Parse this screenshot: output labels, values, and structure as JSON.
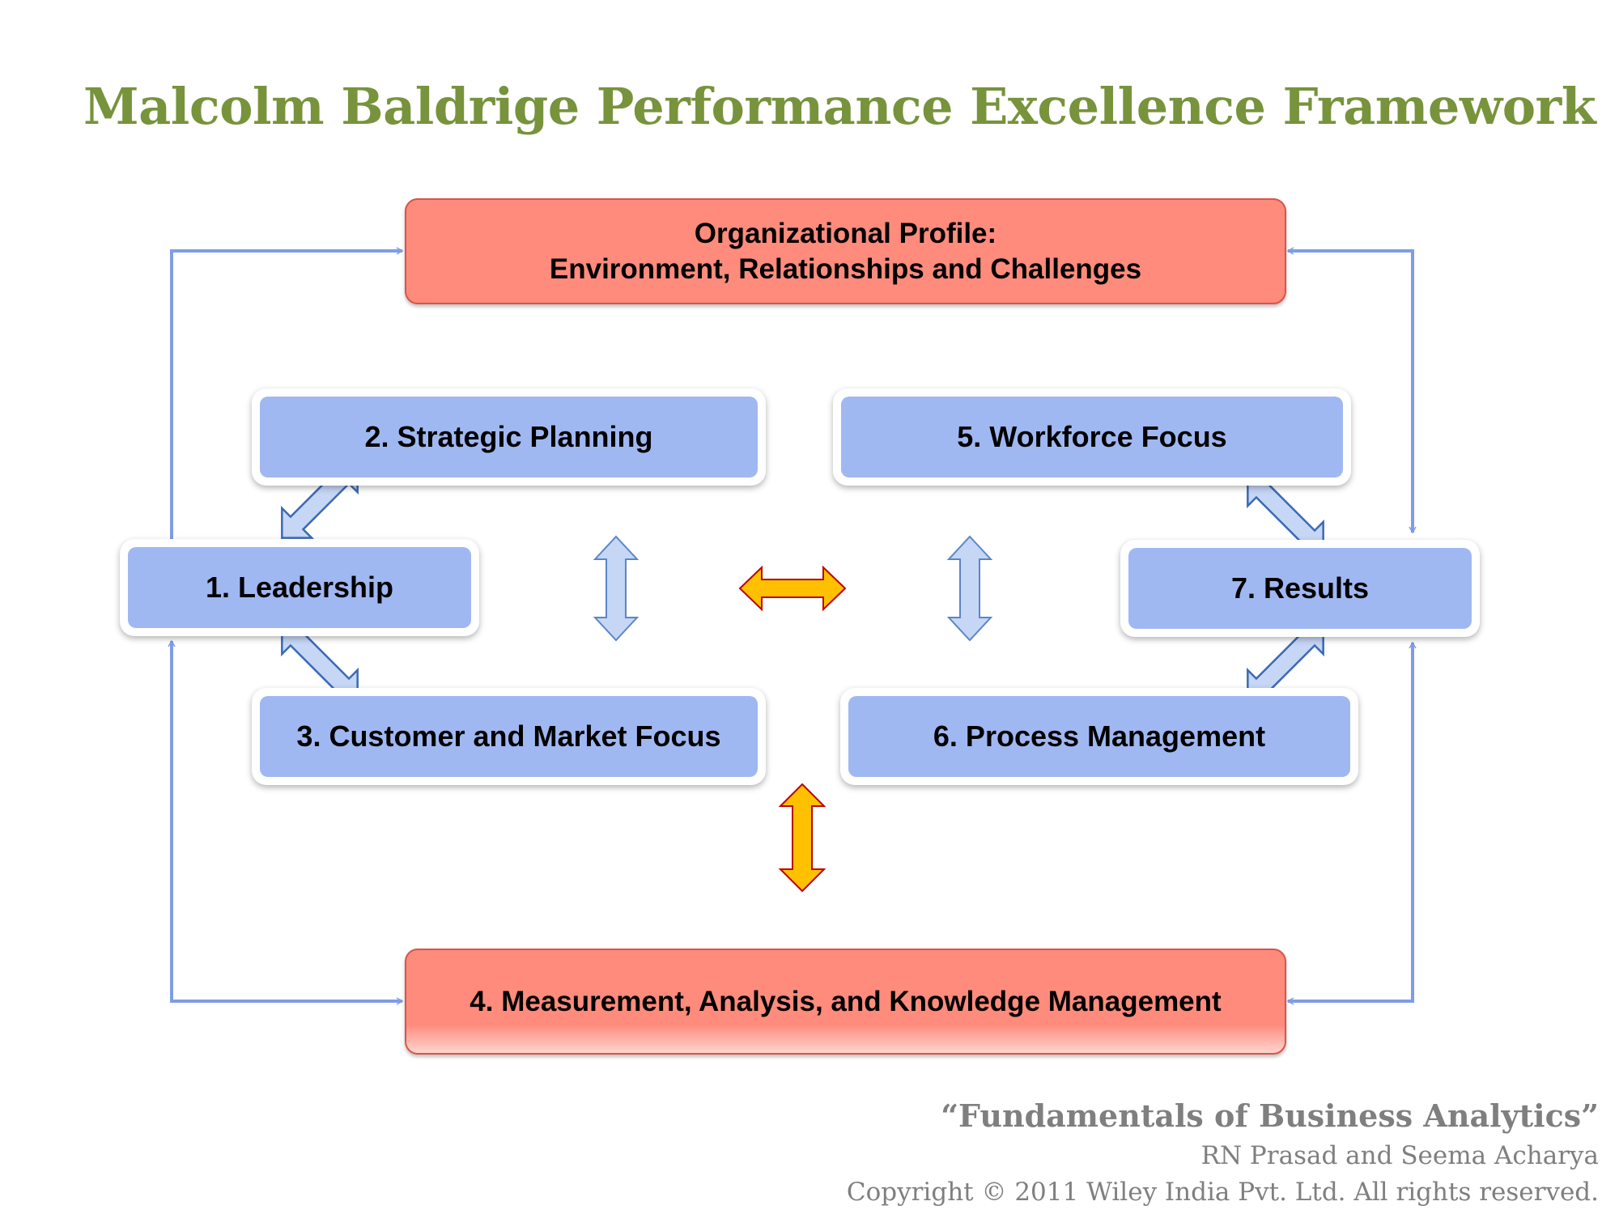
{
  "title": "Malcolm Baldrige Performance Excellence Framework",
  "profile": {
    "line1": "Organizational Profile:",
    "line2": "Environment, Relationships and Challenges"
  },
  "categories": {
    "leadership": "1. Leadership",
    "strategic_planning": "2. Strategic Planning",
    "customer_focus": "3. Customer and Market Focus",
    "measurement": "4. Measurement, Analysis, and Knowledge Management",
    "workforce_focus": "5. Workforce Focus",
    "process_management": "6. Process Management",
    "results": "7. Results"
  },
  "footer": {
    "book": "“Fundamentals of  Business Analytics”",
    "authors": "RN Prasad and Seema Acharya",
    "copyright": "Copyright © 2011 Wiley India Pvt. Ltd.  All rights reserved."
  },
  "colors": {
    "title": "#77933c",
    "red_box": "#fe8b7c",
    "blue_box": "#a0b8f2",
    "connector": "#7f9de6",
    "orange_arrow": "#ffc000",
    "footer_text": "#7f7f7f"
  }
}
